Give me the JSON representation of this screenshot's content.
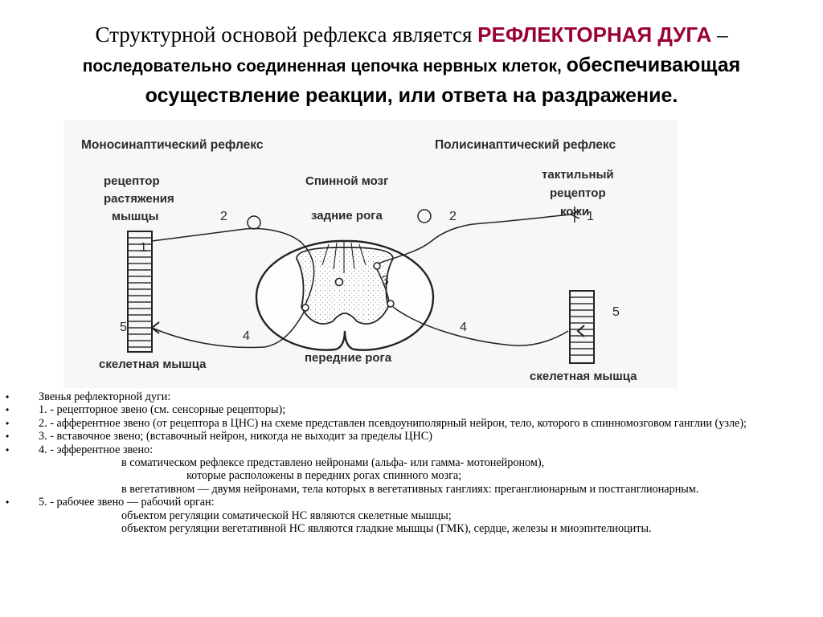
{
  "title": {
    "line1_plain": "Структурной основой рефлекса является ",
    "line1_highlight": "РЕФЛЕКТОРНАЯ ДУГА",
    "line1_dash": " –",
    "line2_part1": "последовательно соединенная цепочка нервных клеток, ",
    "line2_part2": "обеспечивающая",
    "line3": "осуществление реакции, или ответа на раздражение."
  },
  "colors": {
    "highlight": "#990033",
    "diagram_bg": "#f7f7f7",
    "ink": "#2b2b2b"
  },
  "diagram": {
    "mono_title": "Моносинаптический рефлекс",
    "poly_title": "Полисинаптический рефлекс",
    "spinal_cord": "Спинной мозг",
    "receptor_stretch": [
      "рецептор",
      "растяжения",
      "мышцы"
    ],
    "tactile_receptor": [
      "тактильный",
      "рецептор",
      "кожи"
    ],
    "dorsal_horns": "задние рога",
    "ventral_horns": "передние рога",
    "skeletal_muscle_left": "скелетная мышца",
    "skeletal_muscle_right": "скелетная мышца",
    "n1_left": "1",
    "n2_left": "2",
    "n4_left": "4",
    "n5_left": "5",
    "n1_right": "1",
    "n2_right": "2",
    "n3": "3",
    "n4_right": "4",
    "n5_right": "5"
  },
  "notes": {
    "i0": "Звенья рефлекторной дуги:",
    "i1": "1. - рецепторное звено (см. сенсорные рецепторы);",
    "i2": "2. - афферентное звено (от рецептора в ЦНС)   на   схеме представлен псевдоуниполярный нейрон, тело, которого в спинномозговом ганглии (узле);",
    "i3": "3. - вставочное звено; (вставочный нейрон, никогда не выходит за пределы ЦНС)",
    "i4": "4. - эфферентное звено:",
    "i4a": "в соматическом рефлексе представлено нейронами (альфа- или гамма- мотонейроном),",
    "i4b": "которые расположены в передних рогах спинного мозга;",
    "i4c": "в   вегетативном   —   двумя нейронами, тела которых в     вегетативных ганглиях: преганглионарным и постганглионарным.",
    "i5": "5. - рабочее звено — рабочий орган:",
    "i5a": "объектом регуляции соматической НС являются скелетные мышцы;",
    "i5b": "объектом регуляции   вегетативной НС  являются гладкие мышцы (ГМК), сердце, железы и миоэпителиоциты."
  }
}
